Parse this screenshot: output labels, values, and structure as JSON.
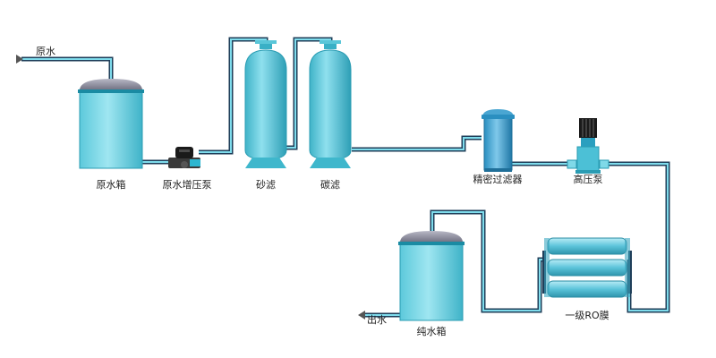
{
  "labels": {
    "raw_water_in": "原水",
    "raw_tank": "原水箱",
    "booster_pump": "原水增压泵",
    "sand_filter": "砂滤",
    "carbon_filter": "碳滤",
    "precision_filter": "精密过滤器",
    "hp_pump": "高压泵",
    "ro_membrane": "一级RO膜",
    "pure_tank": "纯水箱",
    "water_out": "出水"
  },
  "colors": {
    "tank_body": "#7fd9e8",
    "tank_dark": "#3bb7cc",
    "dome": "#8f8fa0",
    "pipe_outer": "#1f3f5a",
    "pipe_inner": "#7fdcec",
    "membrane": "#6cc6de",
    "pump_body": "#333333"
  }
}
